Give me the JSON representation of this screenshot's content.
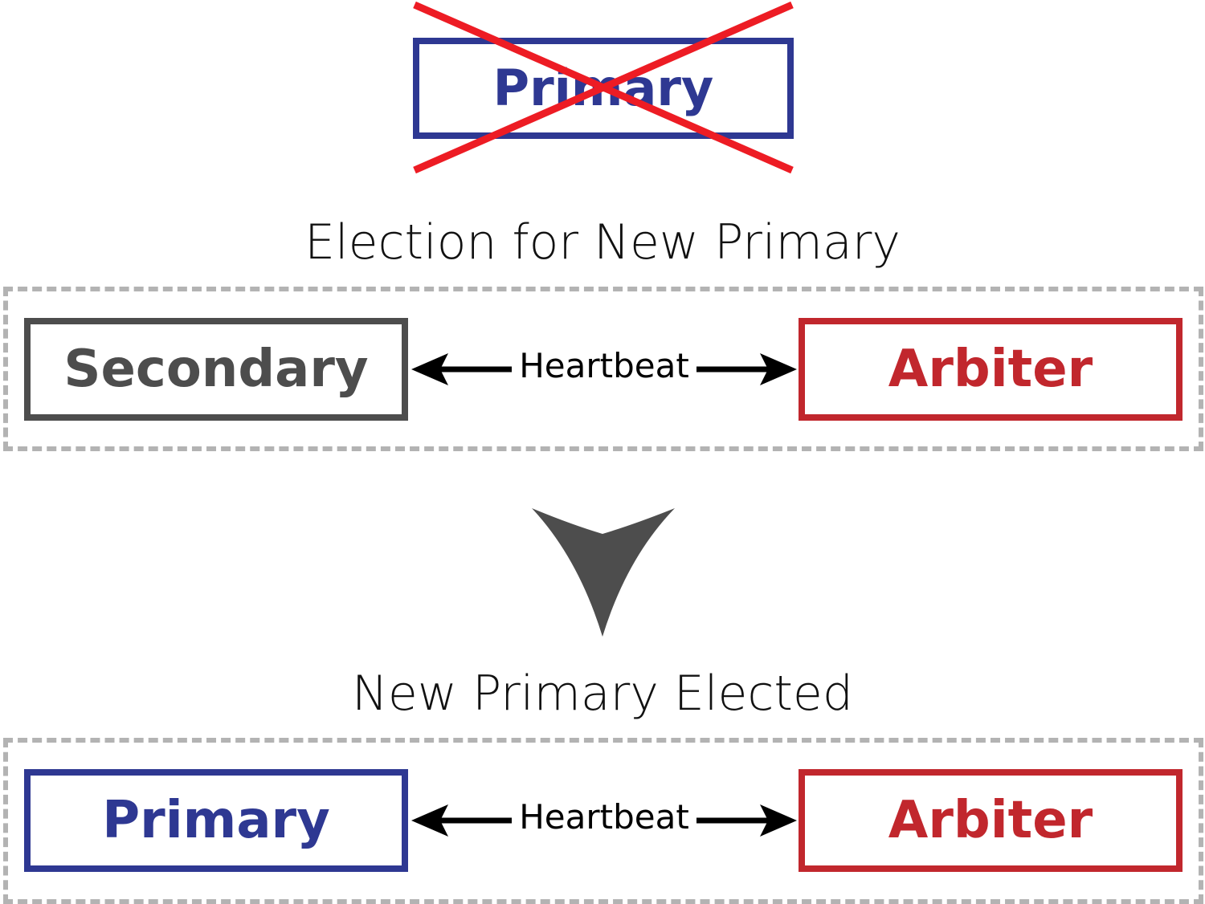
{
  "failed_node": {
    "label": "Primary",
    "status": "failed"
  },
  "stage_election": {
    "title": "Election for New Primary",
    "left_node": {
      "label": "Secondary"
    },
    "link": {
      "label": "Heartbeat"
    },
    "right_node": {
      "label": "Arbiter"
    }
  },
  "stage_elected": {
    "title": "New Primary Elected",
    "left_node": {
      "label": "Primary"
    },
    "link": {
      "label": "Heartbeat"
    },
    "right_node": {
      "label": "Arbiter"
    }
  },
  "colors": {
    "primary": "#2e3892",
    "secondary": "#4d4d4d",
    "arbiter": "#c1272d",
    "failure_cross": "#ed1c24",
    "group_border": "#b3b3b3",
    "transition_arrow": "#4d4d4d"
  }
}
